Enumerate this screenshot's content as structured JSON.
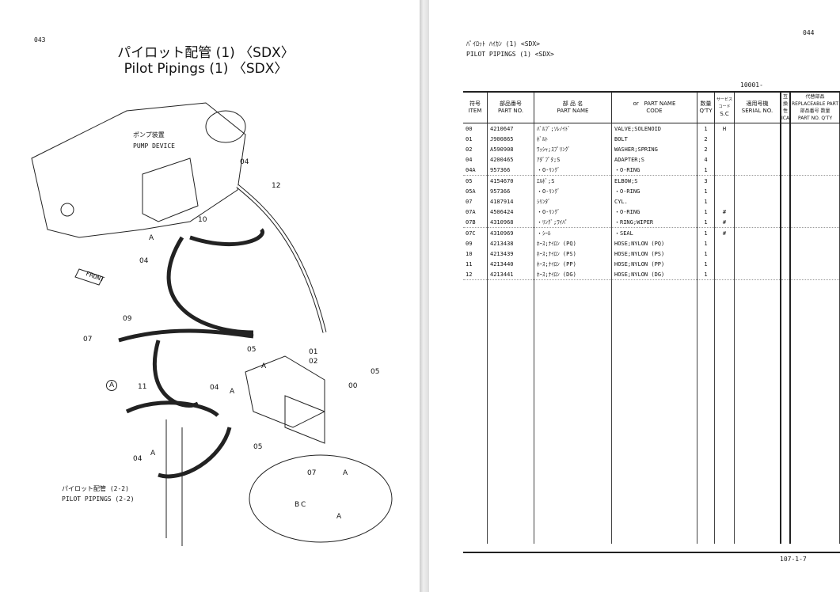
{
  "left": {
    "page_no": "043",
    "title_jp": "パイロット配管 (1) 〈SDX〉",
    "title_en": "Pilot Pipings (1) 〈SDX〉",
    "labels": {
      "pump_jp": "ポンプ装置",
      "pump_en": "PUMP DEVICE",
      "front": "FRONT",
      "ref_jp": "パイロット配管 (2-2)",
      "ref_en": "PILOT PIPINGS (2-2)"
    },
    "callouts": [
      "04",
      "12",
      "10",
      "A",
      "04",
      "09",
      "07",
      "A",
      "05",
      "01",
      "02",
      "A",
      "05",
      "00",
      "11",
      "04",
      "A",
      "05",
      "04",
      "A",
      "07",
      "A",
      "B",
      "C",
      "A"
    ]
  },
  "right": {
    "page_no": "044",
    "header_jp": "ﾊﾟｲﾛｯﾄ ﾊｲｶﾝ (1) <SDX>",
    "header_en": "PILOT PIPINGS (1) <SDX>",
    "serial_range": "10001-",
    "footer": "107-1-7",
    "columns": {
      "item_jp": "符号",
      "item_en": "ITEM",
      "partno_jp": "部品番号",
      "partno_en": "PART NO.",
      "name_jp": "部 品 名",
      "name_en": "PART NAME",
      "or": "or",
      "code_en1": "PART NAME",
      "code_en2": "CODE",
      "qty_jp": "数量",
      "qty_en": "Q'TY",
      "sc_jp": "サービスコード",
      "sc_en": "S.C",
      "serial_jp": "適用号機",
      "serial_en": "SERIAL NO.",
      "ica_jp": "互換性",
      "ica_en": "ICA",
      "repl_jp": "代替部品",
      "repl_en": "REPLACEABLE PART",
      "repl_partno_jp": "部品番号",
      "repl_partno_en": "PART NO.",
      "repl_qty_jp": "数量",
      "repl_qty_en": "Q'TY"
    },
    "rows": [
      [
        "00",
        "4210647",
        "ﾊﾞﾙﾌﾞ;ｿﾚﾉｲﾄﾞ",
        "VALVE;SOLENOID",
        "1",
        "H"
      ],
      [
        "01",
        "J900865",
        "ﾎﾞﾙﾄ",
        "BOLT",
        "2",
        ""
      ],
      [
        "02",
        "A590908",
        "ﾜｯｼｬ;ｽﾌﾟﾘﾝｸﾞ",
        "WASHER;SPRING",
        "2",
        ""
      ],
      [
        "04",
        "4200465",
        "ｱﾀﾞﾌﾟﾀ;S",
        "ADAPTER;S",
        "4",
        ""
      ],
      [
        "04A",
        "957366",
        "・O-ﾘﾝｸﾞ",
        "・O-RING",
        "1",
        ""
      ],
      [
        "05",
        "4154670",
        "ｴﾙﾎﾞ;S",
        "ELBOW;S",
        "3",
        ""
      ],
      [
        "05A",
        "957366",
        "・O-ﾘﾝｸﾞ",
        "・O-RING",
        "1",
        ""
      ],
      [
        "07",
        "4187914",
        "ｼﾘﾝﾀﾞ",
        "CYL.",
        "1",
        ""
      ],
      [
        "07A",
        "4506424",
        "・O-ﾘﾝｸﾞ",
        "・O-RING",
        "1",
        "#"
      ],
      [
        "07B",
        "4310968",
        "・ﾘﾝｸﾞ;ﾜｲﾊﾟ",
        "・RING;WIPER",
        "1",
        "#"
      ],
      [
        "07C",
        "4310969",
        "・ｼｰﾙ",
        "・SEAL",
        "1",
        "#"
      ],
      [
        "09",
        "4213438",
        "ﾎｰｽ;ﾅｲﾛﾝ (PQ)",
        "HOSE;NYLON (PQ)",
        "1",
        ""
      ],
      [
        "10",
        "4213439",
        "ﾎｰｽ;ﾅｲﾛﾝ (PS)",
        "HOSE;NYLON (PS)",
        "1",
        ""
      ],
      [
        "11",
        "4213440",
        "ﾎｰｽ;ﾅｲﾛﾝ (PP)",
        "HOSE;NYLON (PP)",
        "1",
        ""
      ],
      [
        "12",
        "4213441",
        "ﾎｰｽ;ﾅｲﾛﾝ (DG)",
        "HOSE;NYLON (DG)",
        "1",
        ""
      ]
    ]
  }
}
